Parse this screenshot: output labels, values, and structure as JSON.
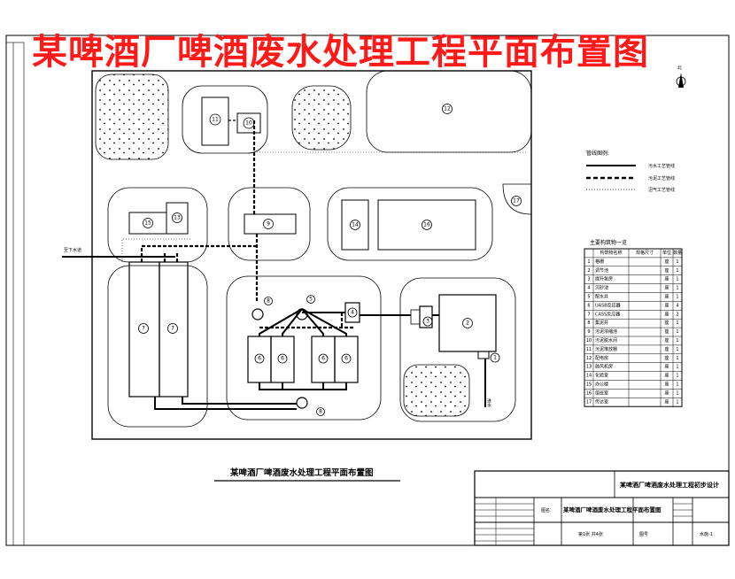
{
  "title": "某啤酒厂啤酒废水处理工程平面布置图",
  "subtitle": "某啤酒厂啤酒废水处理工程平面布置图",
  "north_label": "北",
  "pipe_label_left": "至下水道",
  "outlet_label": "进水",
  "legend": {
    "title": "管线图例:",
    "items": [
      "污水工艺管线",
      "污泥工艺管线",
      "沼气工艺管线"
    ]
  },
  "equipment": {
    "title": "主要构筑物一览",
    "headers": [
      "构筑物名称",
      "规格尺寸",
      "单位",
      "数量"
    ],
    "rows": [
      {
        "no": "1",
        "name": "格栅",
        "spec": "",
        "unit": "座",
        "qty": "1"
      },
      {
        "no": "2",
        "name": "调节池",
        "spec": "",
        "unit": "座",
        "qty": "1"
      },
      {
        "no": "3",
        "name": "提升泵房",
        "spec": "",
        "unit": "座",
        "qty": "1"
      },
      {
        "no": "4",
        "name": "沉砂池",
        "spec": "",
        "unit": "座",
        "qty": "1"
      },
      {
        "no": "5",
        "name": "配水井",
        "spec": "",
        "unit": "座",
        "qty": "1"
      },
      {
        "no": "6",
        "name": "UASB反应器",
        "spec": "",
        "unit": "座",
        "qty": "4"
      },
      {
        "no": "7",
        "name": "CASS反应器",
        "spec": "",
        "unit": "座",
        "qty": "2"
      },
      {
        "no": "8",
        "name": "集泥井",
        "spec": "",
        "unit": "座",
        "qty": "1"
      },
      {
        "no": "9",
        "name": "污泥浓缩池",
        "spec": "",
        "unit": "座",
        "qty": "1"
      },
      {
        "no": "10",
        "name": "污泥脱水间",
        "spec": "",
        "unit": "座",
        "qty": "1"
      },
      {
        "no": "11",
        "name": "污泥堆放棚",
        "spec": "",
        "unit": "座",
        "qty": "1"
      },
      {
        "no": "12",
        "name": "配电房",
        "spec": "",
        "unit": "座",
        "qty": "1"
      },
      {
        "no": "13",
        "name": "鼓风机房",
        "spec": "",
        "unit": "座",
        "qty": "1"
      },
      {
        "no": "14",
        "name": "化验室",
        "spec": "",
        "unit": "座",
        "qty": "1"
      },
      {
        "no": "15",
        "name": "办公楼",
        "spec": "",
        "unit": "座",
        "qty": "1"
      },
      {
        "no": "16",
        "name": "值班室",
        "spec": "",
        "unit": "座",
        "qty": "1"
      },
      {
        "no": "17",
        "name": "传达室",
        "spec": "",
        "unit": "座",
        "qty": "1"
      }
    ]
  },
  "title_block": {
    "project": "某啤酒厂啤酒废水处理工程初步设计",
    "drawing_name": "某啤酒厂啤酒废水处理工程平面布置图",
    "sheet": "第1张 共4张",
    "drawing_no": "水施-1",
    "label_name": "图名",
    "label_no": "图号"
  },
  "labels": {
    "n1": "1",
    "n2": "2",
    "n3": "3",
    "n4": "4",
    "n5": "5",
    "n6": "6",
    "n7": "7",
    "n8": "8",
    "n9": "9",
    "n10": "10",
    "n11": "11",
    "n12": "12",
    "n13": "13",
    "n14": "14",
    "n15": "15",
    "n16": "16",
    "n17": "17"
  }
}
